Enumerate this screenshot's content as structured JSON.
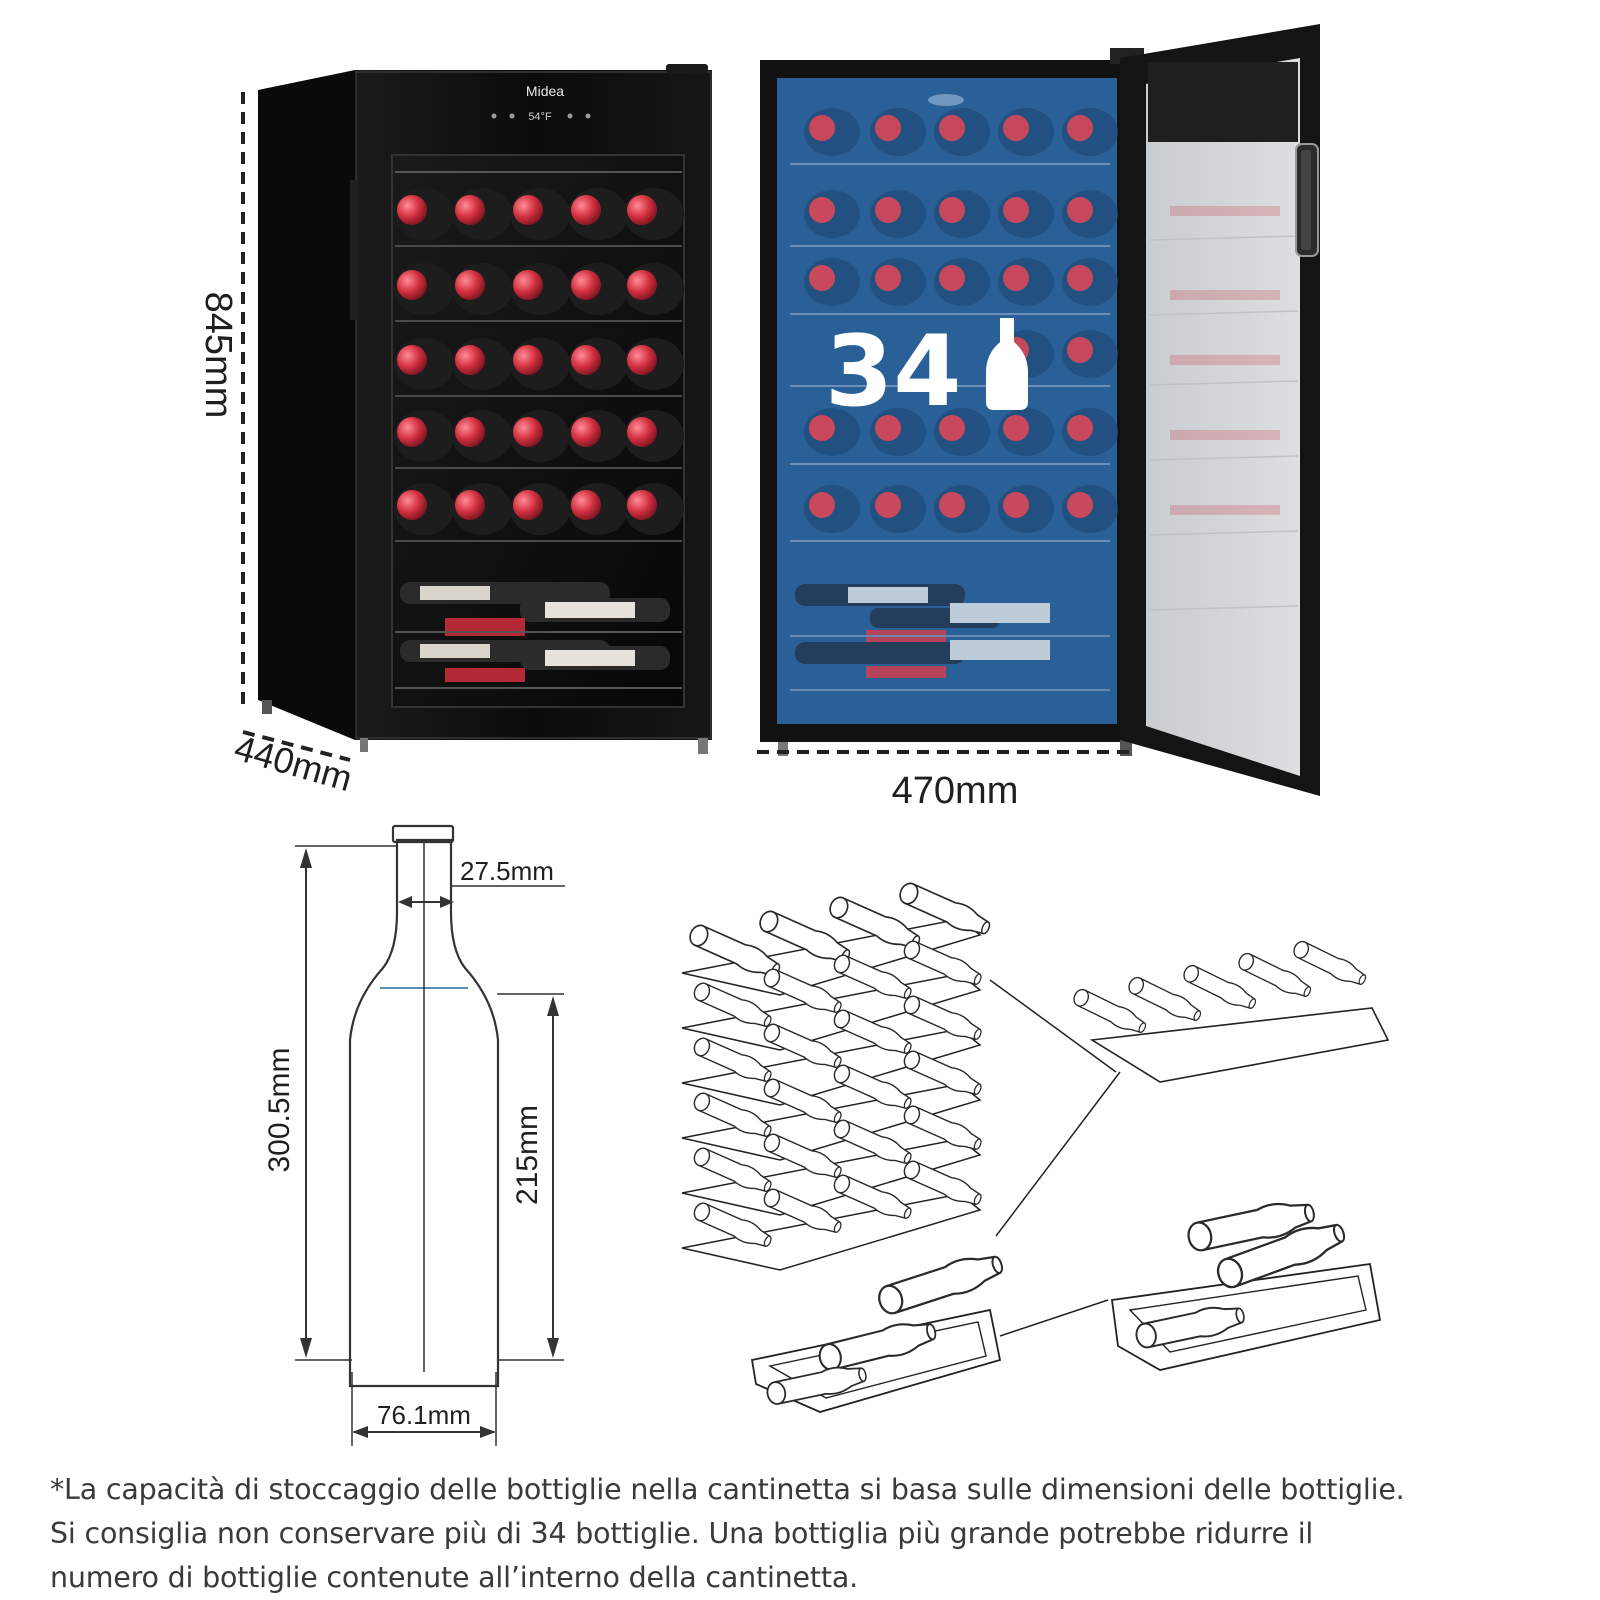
{
  "product": {
    "brand": "Midea",
    "display_temp": "54°F",
    "capacity_number": "34"
  },
  "dimensions": {
    "height": "845mm",
    "depth": "440mm",
    "width": "470mm",
    "neck_diameter": "27.5mm",
    "bottle_height": "300.5mm",
    "body_height": "215mm",
    "bottle_diameter": "76.1mm"
  },
  "footnote": {
    "line1": "*La capacità di stoccaggio delle bottiglie nella cantinetta si basa sulle dimensioni delle bottiglie.",
    "line2": "Si consiglia non conservare più di 34 bottiglie. Una bottiglia più grande potrebbe ridurre il",
    "line3": "numero di bottiglie contenute all’interno della cantinetta."
  },
  "colors": {
    "cabinet": "#0c0c0c",
    "wine": "#c42a3a",
    "overlay_blue": "#2f6fb0",
    "line_art": "#222222"
  }
}
